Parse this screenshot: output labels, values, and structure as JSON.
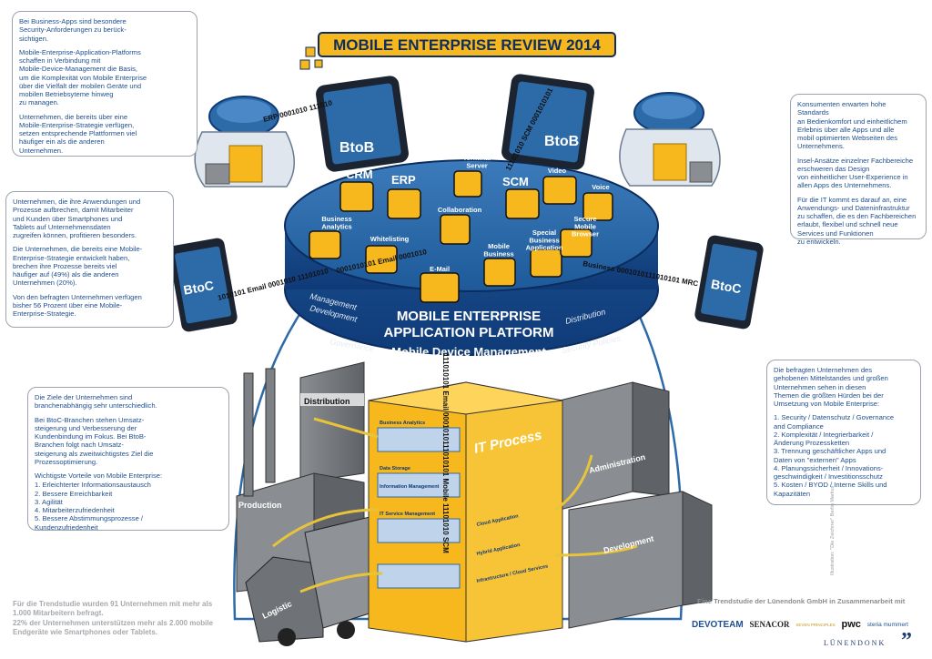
{
  "title": "MOBILE ENTERPRISE REVIEW 2014",
  "notes": {
    "top_left": [
      "Bei Business-Apps sind besondere\nSecurity-Anforderungen zu berück-\nsichtigen.",
      "Mobile-Enterprise-Application-Platforms\nschaffen in Verbindung mit\nMobile-Device-Management die Basis,\num die Komplexität von Mobile Enterprise\nüber die Vielfalt der mobilen Geräte und\nmobilen Betriebsyteme hinweg\nzu managen.",
      "Unternehmen, die bereits über eine\nMobile-Enterprise-Strategie verfügen,\nsetzen entsprechende Plattformen viel\nhäufiger ein als die anderen\nUnternehmen."
    ],
    "mid_left": [
      "Unternehmen, die ihre Anwendungen und\nProzesse aufbrechen, damit Mitarbeiter\nund Kunden über Smartphones und\nTablets auf Unternehmensdaten\nzugreifen können, profitieren besonders.",
      "Die Unternehmen, die bereits eine Mobile-\nEnterprise-Strategie entwickelt haben,\nbrechen ihre Prozesse bereits viel\nhäufiger auf (49%) als die anderen\nUnternehmen (20%).",
      "Von den befragten Unternehmen verfügen\nbisher 56 Prozent über eine Mobile-\nEnterprise-Strategie."
    ],
    "bottom_left": [
      "Die Ziele der Unternehmen sind\nbranchenabhängig sehr unterschiedlich.",
      "Bei BtoC-Branchen stehen Umsatz-\nsteigerung und Verbesserung der\nKundenbindung im Fokus. Bei BtoB-\nBranchen folgt nach Umsatz-\nsteigerung als zweitwichtigstes Ziel die\nProzessoptimierung.",
      "Wichtigste Vorteile von Mobile Enterprise:"
    ],
    "bottom_left_list": [
      "1. Erleichterter Informationsaustausch",
      "2. Bessere Erreichbarkeit",
      "3. Agilität",
      "4. Mitarbeiterzufriedenheit",
      "5. Bessere Abstimmungsprozesse /\n    Kundenzufriedenheit"
    ],
    "top_right": [
      "Konsumenten erwarten hohe Standards\nan Bedienkomfort und einheitlichem\nErlebnis über alle Apps und alle\nmobil optimierten Webseiten des\nUnternehmens.",
      "Insel-Ansätze einzelner Fachbereiche\nerschweren das Design\nvon einheitlicher User-Experience in\nallen Apps des Unternehmens.",
      "Für die IT kommt es darauf an, eine\nAnwendungs- und Dateninfrastruktur\nzu schaffen, die es den Fachbereichen\nerlaubt, flexibel und schnell neue\nServices und Funktionen\nzu entwickeln."
    ],
    "mid_right": [
      "Die befragten Unternehmen des\ngehobenen Mittelstandes und großen\nUnternehmen sehen in diesen\nThemen die größten Hürden bei der\nUmsetzung von Mobile Enterprise:"
    ],
    "mid_right_list": [
      "1. Security / Datenschutz / Governance\n    and Compliance",
      "2. Komplexität / Integrierbarkeit /\n    Änderung Prozessketten",
      "3. Trennung geschäftlicher Apps und\n    Daten von \"externen\" Apps",
      "4. Planungssicherheit / Innovations-\n    geschwindigkeit / Investitionsschutz",
      "5. Kosten / BYOD / Interne Skills und\n    Kapazitäten"
    ]
  },
  "bottom_left_gray": [
    "Für die Trendstudie wurden 91 Unternehmen mit mehr als",
    "1.000 Mitarbeitern befragt.",
    "22% der Unternehmen unterstützen mehr als 2.000 mobile",
    "Endgeräte wie Smartphones oder Tablets."
  ],
  "study_caption": "Eine Trendstudie der Lünendonk GmbH in Zusammenarbeit mit",
  "partners": [
    "DEVOTEAM",
    "SENACOR",
    "SEVEN PRINCIPLES",
    "pwc",
    "steria mummert"
  ],
  "brand": "LÜNENDONK",
  "credit": "Illustration: \"Die Zeichner\" Berlin Markus",
  "platform": {
    "line1": "MOBILE ENTERPRISE",
    "line2": "APPLICATION PLATFORM",
    "mdm": "Mobile Device Management",
    "management": "Management",
    "development": "Development",
    "governance": "Governance",
    "distribution": "Distribution",
    "security": "Security Policies"
  },
  "apps": {
    "crm": "CRM",
    "erp": "ERP",
    "scm": "SCM",
    "terminal": "Terminal\nServer",
    "video": "Video",
    "voice": "Voice",
    "analytics": "Business\nAnalytics",
    "whitelisting": "Whitelisting",
    "collaboration": "Collaboration",
    "mobile_business": "Mobile\nBusiness",
    "special_apps": "Special\nBusiness\nApplication",
    "browser": "Secure\nMobile\nBrowser",
    "email": "E-Mail"
  },
  "devices": {
    "btob": "BtoB",
    "btoc": "BtoC"
  },
  "streams": {
    "left_top": "ERP 0001010 111010",
    "left_btoc": "1010101 Email 0001010 11101010",
    "mid_left": "0001010101 Email 0001010",
    "right_top": "11101010 SCM 0001010101",
    "right_btoc": "Business 0001010111010101 MRC",
    "vertical": "111010101 Email 0001010111010101 Mobile 11101010 SCM"
  },
  "buildings": {
    "distribution": "Distribution",
    "production": "Production",
    "logistic": "Logistic",
    "administration": "Administration",
    "development": "Development",
    "it_process": "IT Process",
    "it_floors": [
      "Business Analytics",
      "Data Storage",
      "Information Management",
      "IT Service Management",
      "Cloud Application",
      "Hybrid Application",
      "Infrastructure / Cloud Services"
    ]
  },
  "colors": {
    "yellow": "#f6b81d",
    "blue": "#2d6aa8",
    "navy": "#0f3a78",
    "gray": "#6a6d71",
    "text_blue": "#1f4f8f"
  }
}
